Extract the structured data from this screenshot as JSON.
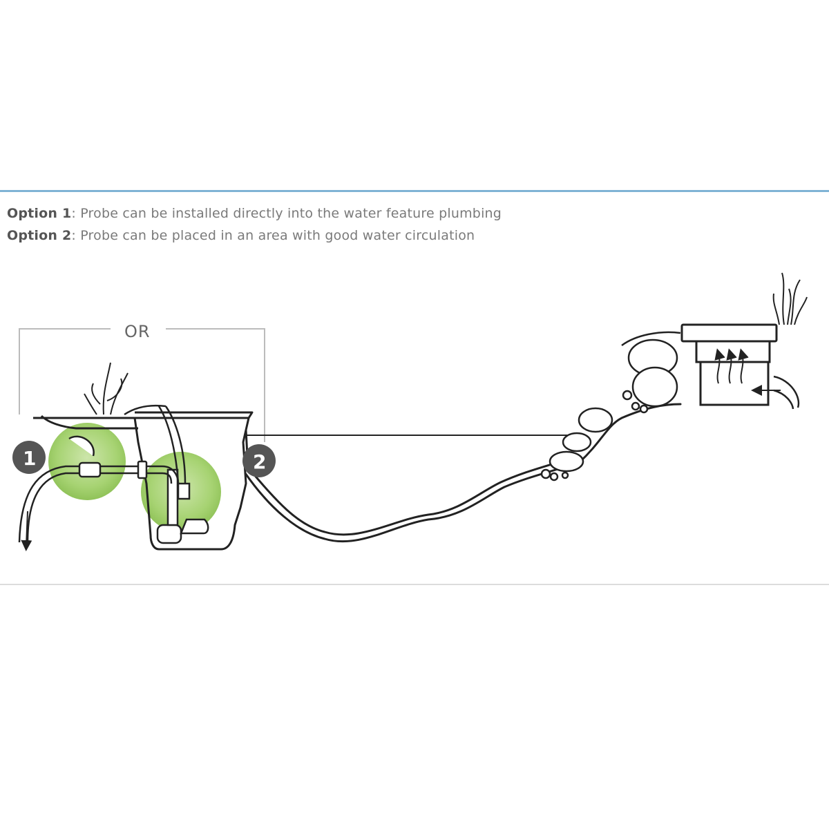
{
  "captions": {
    "option1_label": "Option 1",
    "option1_text": ": Probe can be installed directly into the water feature plumbing",
    "option2_label": "Option 2",
    "option2_text": ": Probe can be placed in an area with good water circulation"
  },
  "diagram": {
    "or_label": "OR",
    "badge1": "1",
    "badge2": "2",
    "colors": {
      "highlight": "#8cc63f",
      "line": "#222222",
      "badge": "#555555",
      "frame": "#bbbbbb",
      "accent_border": "#7fb3d5"
    }
  }
}
